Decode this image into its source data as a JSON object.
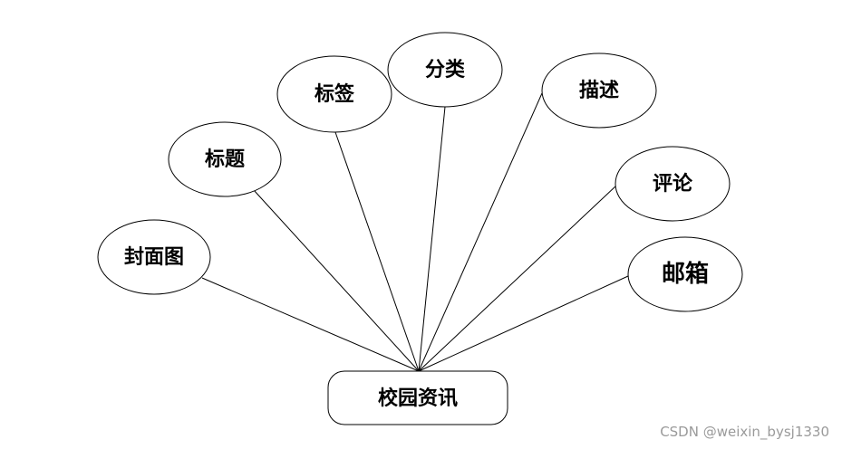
{
  "entity": {
    "label": "校园资讯"
  },
  "attributes": [
    {
      "key": "cover",
      "label": "封面图"
    },
    {
      "key": "title",
      "label": "标题"
    },
    {
      "key": "tag",
      "label": "标签"
    },
    {
      "key": "category",
      "label": "分类"
    },
    {
      "key": "description",
      "label": "描述"
    },
    {
      "key": "comment",
      "label": "评论"
    },
    {
      "key": "email",
      "label": "邮箱"
    }
  ],
  "watermark": {
    "text": "CSDN @weixin_bysj1330"
  },
  "colors": {
    "stroke": "#000000",
    "fill": "#ffffff",
    "watermark": "#9a9a9a"
  }
}
